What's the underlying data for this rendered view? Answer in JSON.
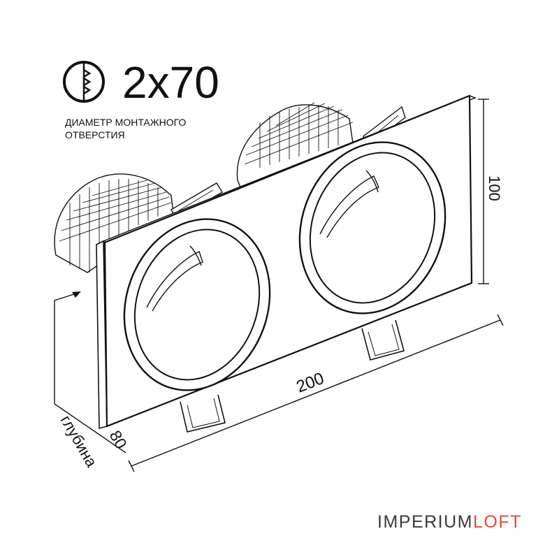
{
  "header": {
    "quantity": "2x70",
    "caption_line1": "ДИАМЕТР МОНТАЖНОГО",
    "caption_line2": "ОТВЕРСТИЯ",
    "icon": "cutout-diameter-icon"
  },
  "dimensions": {
    "height": "100",
    "width": "200",
    "depth": "80",
    "depth_label": "глубина"
  },
  "brand": {
    "part1": "IMPERIUM",
    "part2": "LOFT",
    "color_part1": "#3a3a3a",
    "color_part2": "#e04b3a"
  }
}
